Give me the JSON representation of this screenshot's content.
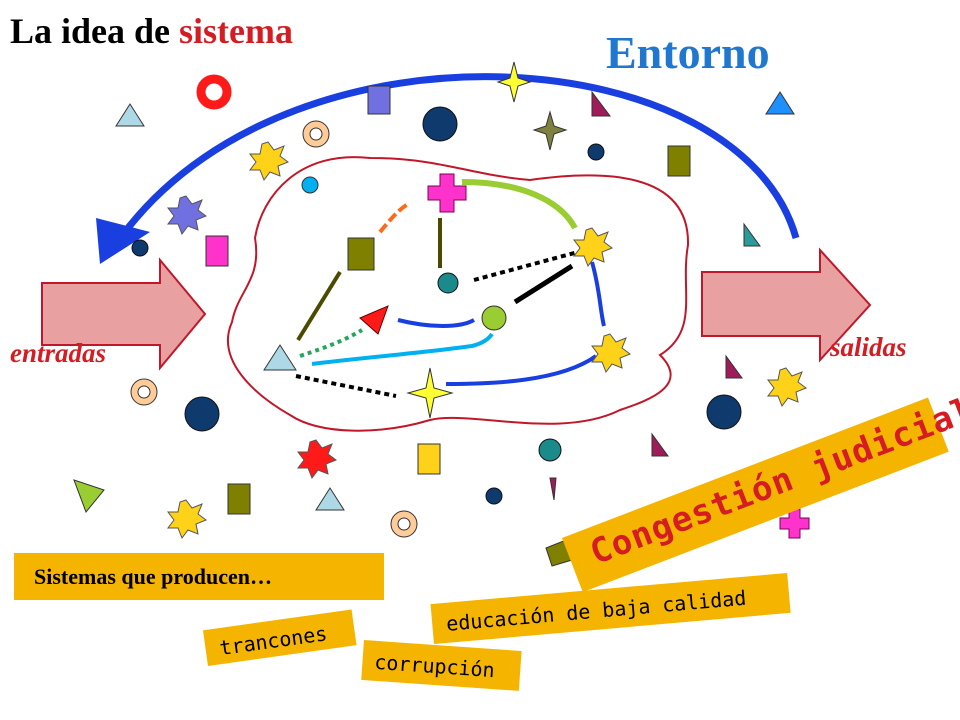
{
  "title": {
    "prefix": "La idea de",
    "highlight": "sistema"
  },
  "environment_label": "Entorno",
  "inputs_label": "entradas",
  "outputs_label": "salidas",
  "topic_label": "Congestión judicial",
  "systems_label": "Sistemas que producen…",
  "outputs_examples": [
    "educación de baja calidad",
    "trancones",
    "corrupción"
  ],
  "colors": {
    "title_highlight": "#d51c23",
    "environment": "#1f77d0",
    "arrow_cycle": "#1a3fe0",
    "io_arrow_fill": "#e8a0a0",
    "io_arrow_stroke": "#c0182a",
    "system_boundary": "#c0182a",
    "tag_fill": "#f5b400",
    "topic_text": "#d51c23"
  }
}
